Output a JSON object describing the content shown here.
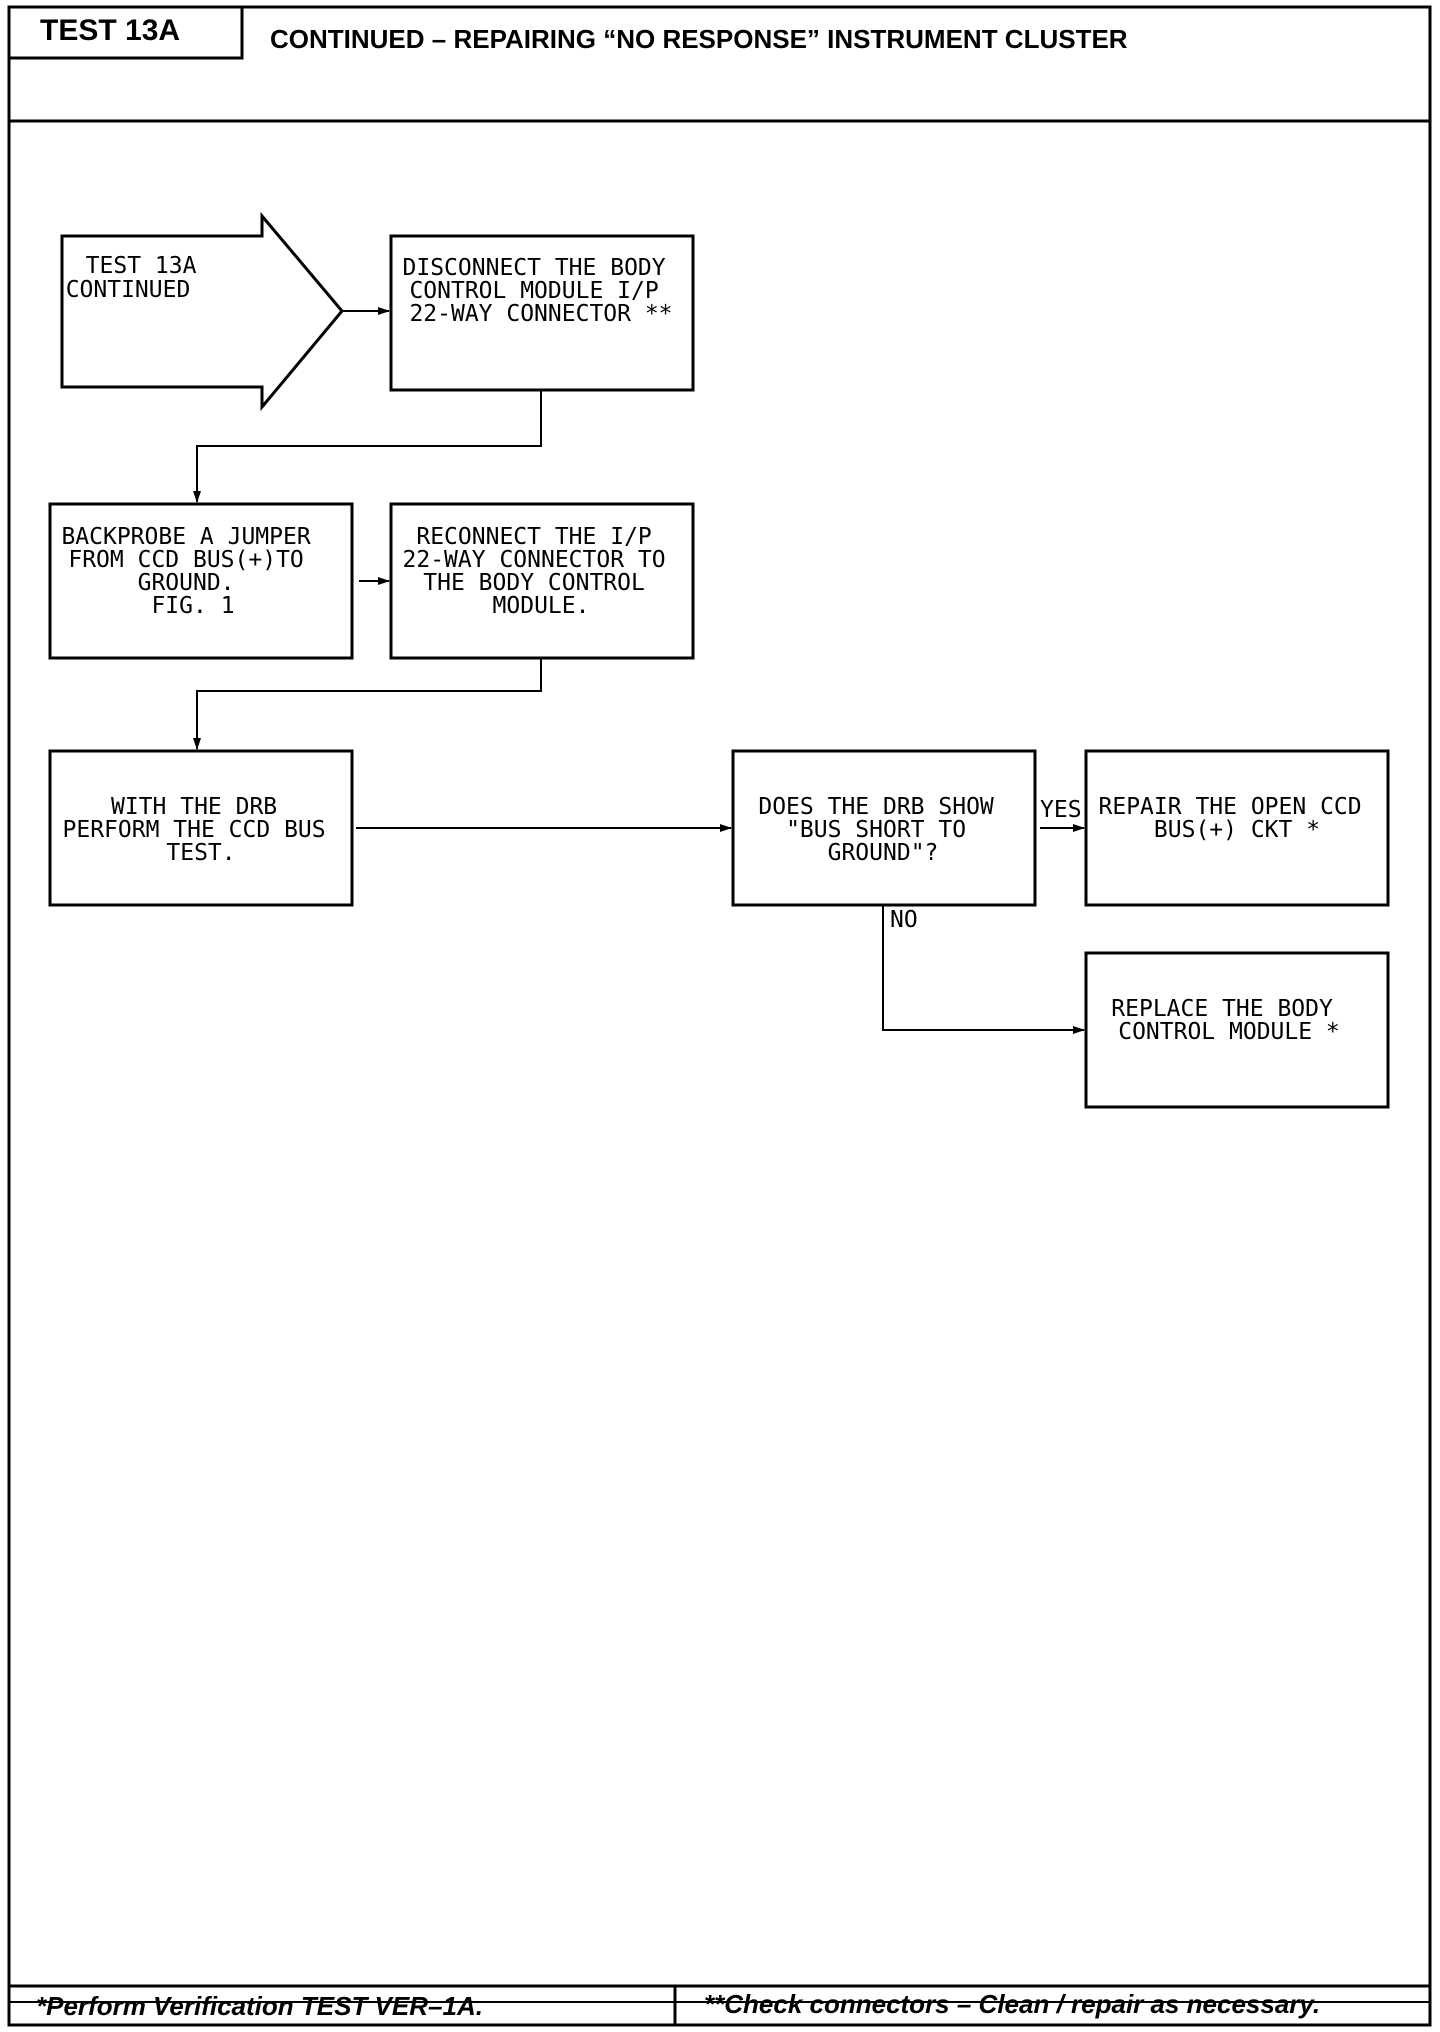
{
  "header": {
    "test_id": "TEST 13A",
    "title": "CONTINUED – REPAIRING “NO RESPONSE” INSTRUMENT CLUSTER"
  },
  "flowchart": {
    "start": {
      "lines": [
        "TEST 13A",
        "CONTINUED"
      ]
    },
    "step_disconnect": {
      "lines": [
        "DISCONNECT THE BODY",
        "CONTROL MODULE I/P",
        "22-WAY CONNECTOR **"
      ]
    },
    "step_backprobe": {
      "lines": [
        "BACKPROBE A JUMPER",
        "FROM CCD BUS(+)TO",
        "GROUND.",
        "FIG. 1"
      ]
    },
    "step_reconnect": {
      "lines": [
        "RECONNECT THE I/P",
        "22-WAY CONNECTOR TO",
        "THE BODY CONTROL",
        "MODULE."
      ]
    },
    "step_drb_test": {
      "lines": [
        "WITH THE DRB",
        "PERFORM THE CCD BUS",
        "TEST."
      ]
    },
    "decision": {
      "lines": [
        "DOES THE DRB SHOW",
        "\"BUS SHORT TO",
        "GROUND\"?"
      ]
    },
    "result_yes": {
      "lines": [
        "REPAIR THE OPEN CCD",
        "BUS(+) CKT *"
      ]
    },
    "result_no": {
      "lines": [
        "REPLACE THE BODY",
        "CONTROL MODULE *"
      ]
    },
    "yes_label": "YES",
    "no_label": "NO"
  },
  "footer": {
    "left_note": "*Perform Verification TEST VER–1A.",
    "right_note": "**Check connectors – Clean / repair as necessary."
  }
}
